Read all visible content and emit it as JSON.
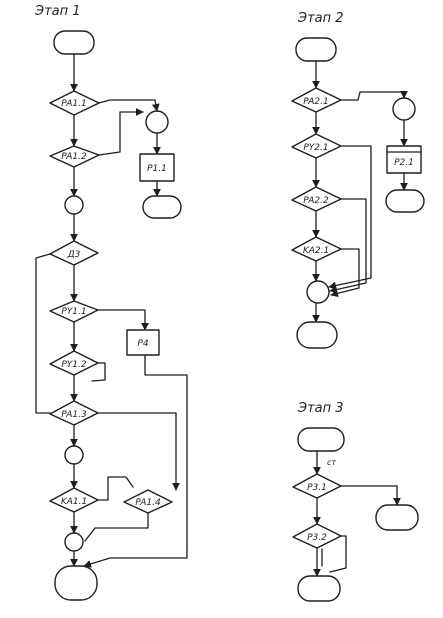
{
  "stages": [
    {
      "title": "Этап 1",
      "nodes": {
        "ra1_1": "PA1.1",
        "ra1_2": "PA1.2",
        "p1_1": "P1.1",
        "d3": "Д3",
        "ru1_1": "PY1.1",
        "p4": "P4",
        "ru1_2": "PY1.2",
        "ra1_3": "PA1.3",
        "ka1_1": "KA1.1",
        "ra1_4": "PA1.4"
      }
    },
    {
      "title": "Этап 2",
      "nodes": {
        "ra2_1": "PA2.1",
        "ru2_1": "PY2.1",
        "p2_1": "P2.1",
        "ra2_2": "PA2.2",
        "ka2_1": "KA2.1"
      }
    },
    {
      "title": "Этап 3",
      "edge_label": "ст",
      "nodes": {
        "r3_1": "P3.1",
        "r3_2": "P3.2"
      }
    }
  ]
}
